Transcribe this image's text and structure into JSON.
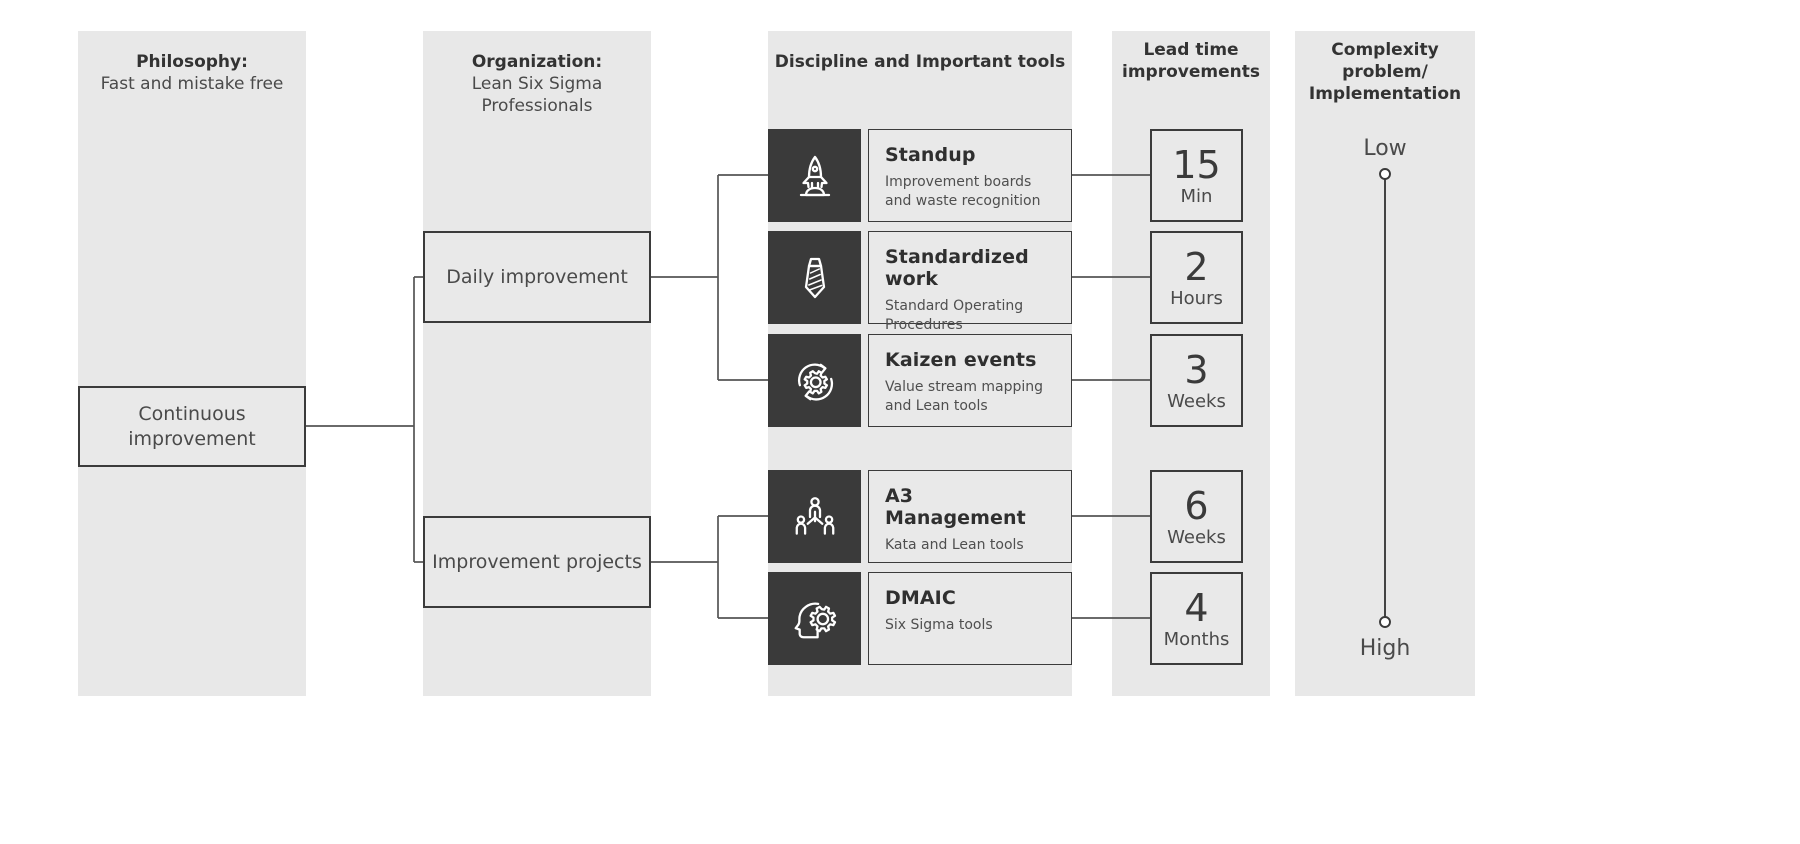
{
  "columns": [
    {
      "key": "philosophy",
      "title": "Philosophy:",
      "subtitle": "Fast and mistake free"
    },
    {
      "key": "organization",
      "title": "Organization:",
      "subtitle": "Lean Six Sigma Professionals"
    },
    {
      "key": "discipline",
      "title": "Discipline and Important tools",
      "subtitle": ""
    },
    {
      "key": "leadtime",
      "title": "Lead time",
      "subtitle": "improvements"
    },
    {
      "key": "complexity",
      "title": "Complexity problem/",
      "subtitle": "Implementation"
    }
  ],
  "root": {
    "label": "Continuous improvement"
  },
  "branches": [
    {
      "key": "daily",
      "label": "Daily improvement"
    },
    {
      "key": "projects",
      "label": "Improvement projects"
    }
  ],
  "tools": [
    {
      "icon": "rocket-icon",
      "title": "Standup",
      "subtitle": "Improvement boards and waste recognition",
      "lead_value": "15",
      "lead_unit": "Min",
      "branch": "daily"
    },
    {
      "icon": "necktie-icon",
      "title": "Standardized work",
      "subtitle": "Standard Operating Procedures",
      "lead_value": "2",
      "lead_unit": "Hours",
      "branch": "daily"
    },
    {
      "icon": "gear-cycle-icon",
      "title": "Kaizen events",
      "subtitle": "Value stream mapping and Lean tools",
      "lead_value": "3",
      "lead_unit": "Weeks",
      "branch": "daily"
    },
    {
      "icon": "team-hierarchy-icon",
      "title": "A3 Management",
      "subtitle": "Kata and Lean tools",
      "lead_value": "6",
      "lead_unit": "Weeks",
      "branch": "projects"
    },
    {
      "icon": "head-gear-icon",
      "title": "DMAIC",
      "subtitle": "Six Sigma tools",
      "lead_value": "4",
      "lead_unit": "Months",
      "branch": "projects"
    }
  ],
  "complexity_scale": {
    "top_label": "Low",
    "bottom_label": "High"
  },
  "colors": {
    "band": "#e8e8e8",
    "node_fill": "#e9e9e9",
    "node_border": "#3b3b3b",
    "icon_bg": "#3a3a3a",
    "icon_stroke": "#ffffff",
    "connector": "#555555",
    "text": "#4a4a4a",
    "heading": "#333333",
    "page_bg": "#ffffff"
  }
}
